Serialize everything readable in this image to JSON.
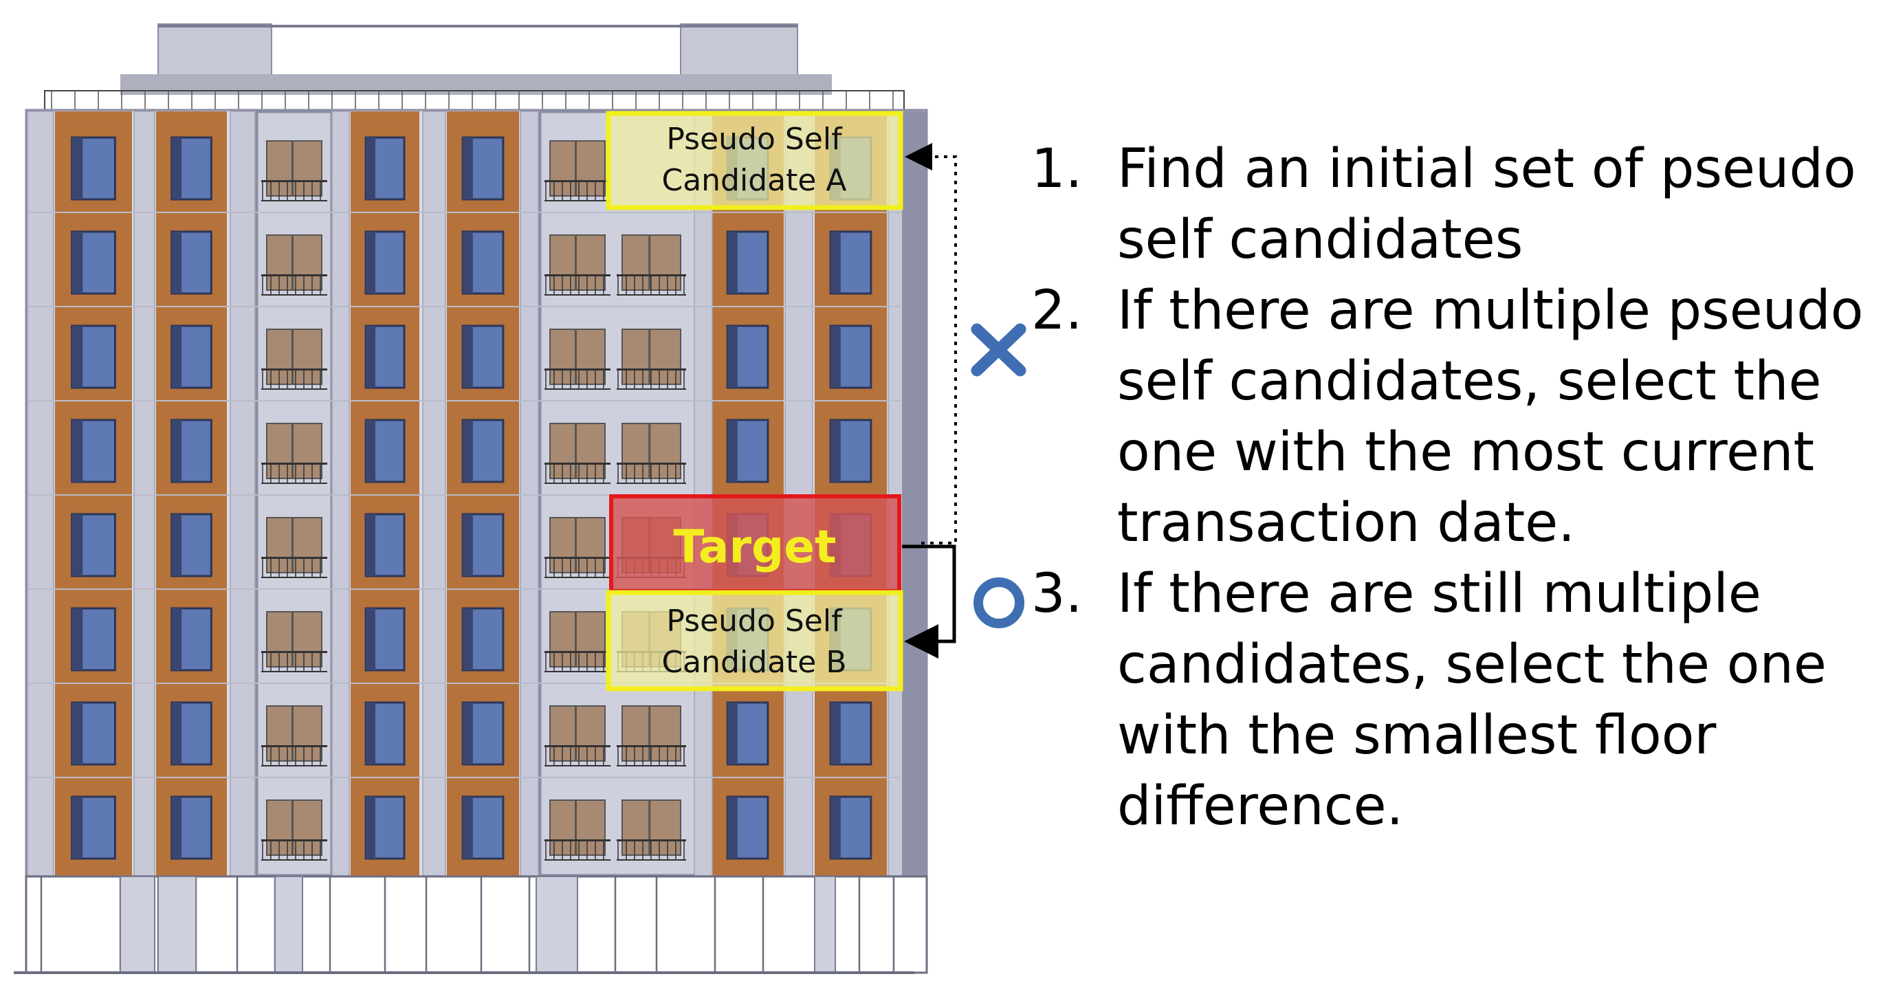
{
  "labels": {
    "candidate_a": [
      "Pseudo Self",
      "Candidate A"
    ],
    "candidate_b": [
      "Pseudo Self",
      "Candidate B"
    ],
    "target": "Target"
  },
  "symbols": {
    "rejected": "cross-mark",
    "selected": "circle-mark"
  },
  "colors": {
    "brick": "#b5723a",
    "wall": "#dcdce8",
    "window": "#5f79b4",
    "frame": "#8b8da4",
    "candidate_border": "#f2ef1d",
    "candidate_fill": "#f3f0a0",
    "target_border": "#e3191b",
    "target_fill": "#d35755",
    "target_text": "#f4ee20",
    "mark": "#3f6fb2"
  },
  "steps": [
    {
      "num": "1.",
      "text": "Find an initial set of pseudo self candidates"
    },
    {
      "num": "2.",
      "text": "If there are multiple pseudo self candidates, select the one with the most current transaction date."
    },
    {
      "num": "3.",
      "text": "If there are still multiple candidates, select the one with the smallest floor difference."
    }
  ]
}
